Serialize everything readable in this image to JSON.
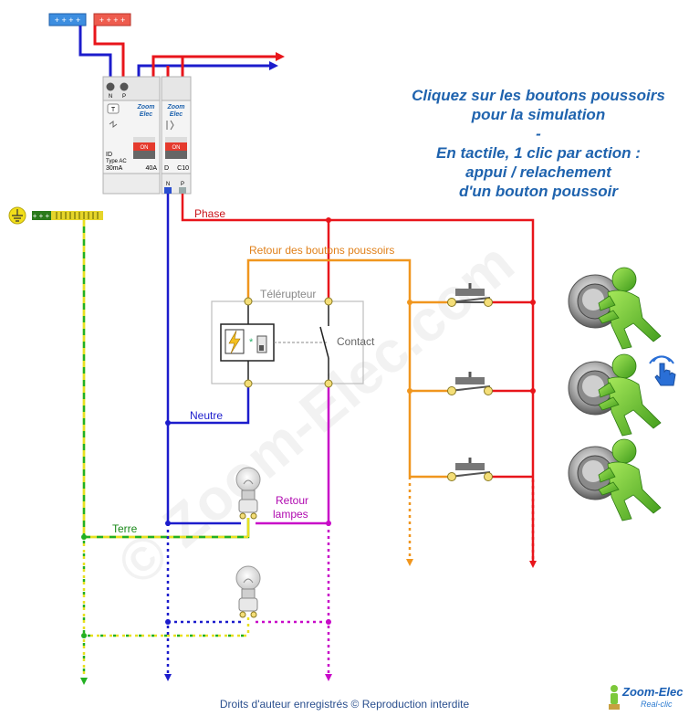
{
  "instructions": {
    "line1": "Cliquez sur les boutons poussoirs",
    "line2": "pour la simulation",
    "line3": "-",
    "line4": "En tactile, 1 clic par action :",
    "line5": "appui / relachement",
    "line6": "d'un bouton poussoir"
  },
  "labels": {
    "phase": "Phase",
    "retour_bp": "Retour des boutons poussoirs",
    "telerupteur": "Télérupteur",
    "contact": "Contact",
    "neutre": "Neutre",
    "terre": "Terre",
    "retour_lampes_1": "Retour",
    "retour_lampes_2": "lampes"
  },
  "breakers": {
    "id_name": "ID",
    "id_type": "Type AC",
    "id_sens": "30mA",
    "id_rating": "40A",
    "brand1": "Zoom",
    "brand2": "Elec",
    "c_curve": "D",
    "c_rating": "C10",
    "on": "ON",
    "n": "N",
    "p": "P",
    "t": "T"
  },
  "footer": "Droits d'auteur enregistrés © Reproduction interdite",
  "watermark": "© Zoom-Elec.com",
  "logo": {
    "line1": "Zoom-Elec",
    "line2": "Real-clic"
  },
  "colors": {
    "phase": "#e8151b",
    "neutral": "#1c1ccc",
    "earth_yellow": "#e8e020",
    "earth_green": "#22b022",
    "bp_return": "#f0961e",
    "lamp_return": "#c80ac8",
    "text_blue": "#1f63ae"
  },
  "icons": [
    "hand-cursor-icon",
    "earth-symbol-icon",
    "lightning-icon",
    "light-bulb-icon",
    "push-button-figure-icon"
  ]
}
